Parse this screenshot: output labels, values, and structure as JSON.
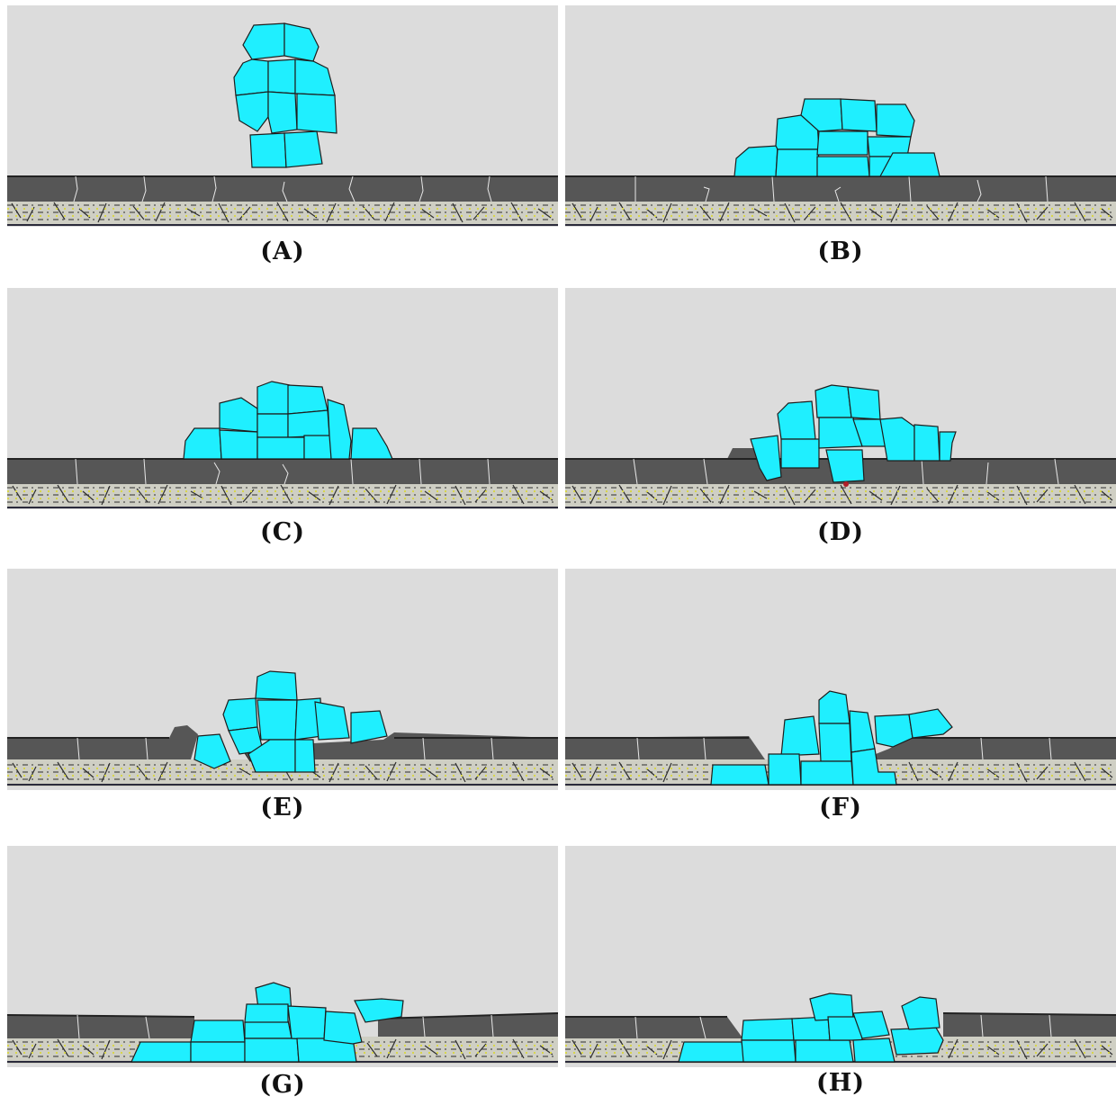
{
  "figure": {
    "colors": {
      "background": "#dcdcdc",
      "block_fill": "#1fefff",
      "block_stroke": "#1d1d1d",
      "slab_fill": "#565656",
      "slab_crack": "#e8e8e8",
      "soil_fill": "#cfcfc4",
      "soil_fiber": "#2e2e2e",
      "soil_speck": "#d8d64a"
    },
    "panels": [
      {
        "id": "A",
        "label": "(A)",
        "stage": "block cluster above intact slab"
      },
      {
        "id": "B",
        "label": "(B)",
        "stage": "blocks resting on intact slab"
      },
      {
        "id": "C",
        "label": "(C)",
        "stage": "blocks spreading on slab"
      },
      {
        "id": "D",
        "label": "(D)",
        "stage": "slab beginning to break"
      },
      {
        "id": "E",
        "label": "(E)",
        "stage": "blocks penetrating slab"
      },
      {
        "id": "F",
        "label": "(F)",
        "stage": "blocks penetrating soil"
      },
      {
        "id": "G",
        "label": "(G)",
        "stage": "blocks settled in soil"
      },
      {
        "id": "H",
        "label": "(H)",
        "stage": "final settled state"
      }
    ]
  }
}
